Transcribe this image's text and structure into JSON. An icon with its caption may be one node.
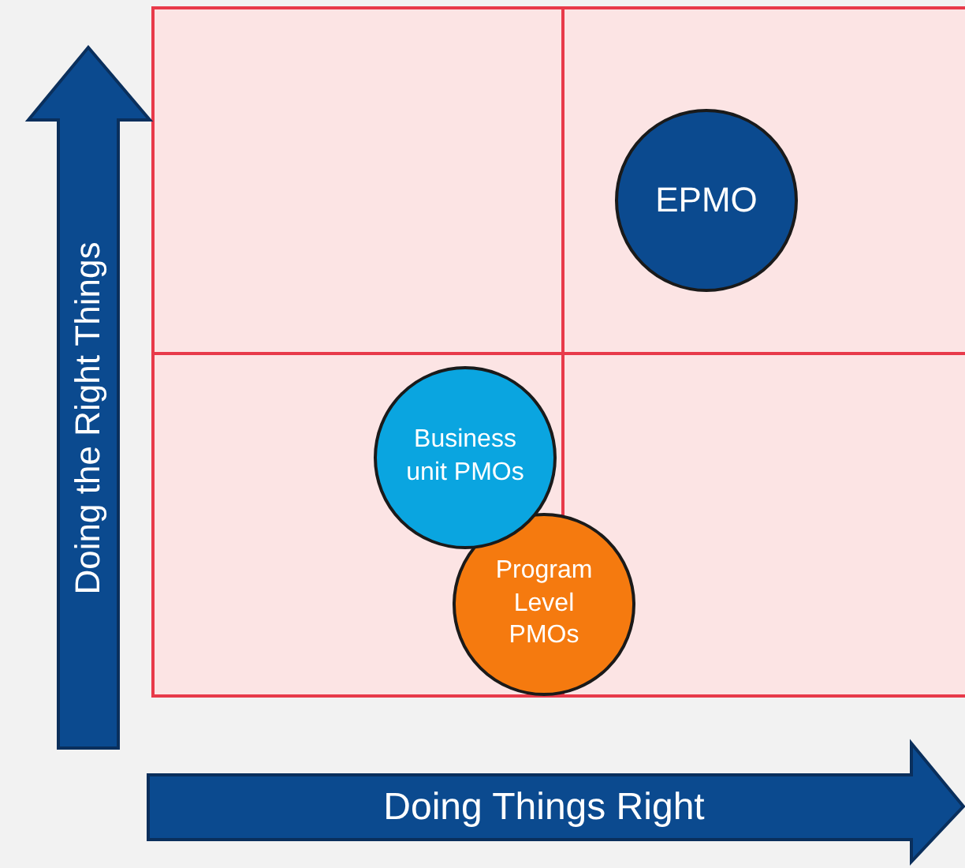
{
  "diagram": {
    "nodes": [
      {
        "text": [
          "EPMO"
        ]
      },
      {
        "text": [
          "Business unit PMOs"
        ]
      },
      {
        "text": [
          "Program Level PMOs"
        ]
      }
    ],
    "labels": [
      "Doing the Right Things",
      "Doing Things Right"
    ]
  }
}
